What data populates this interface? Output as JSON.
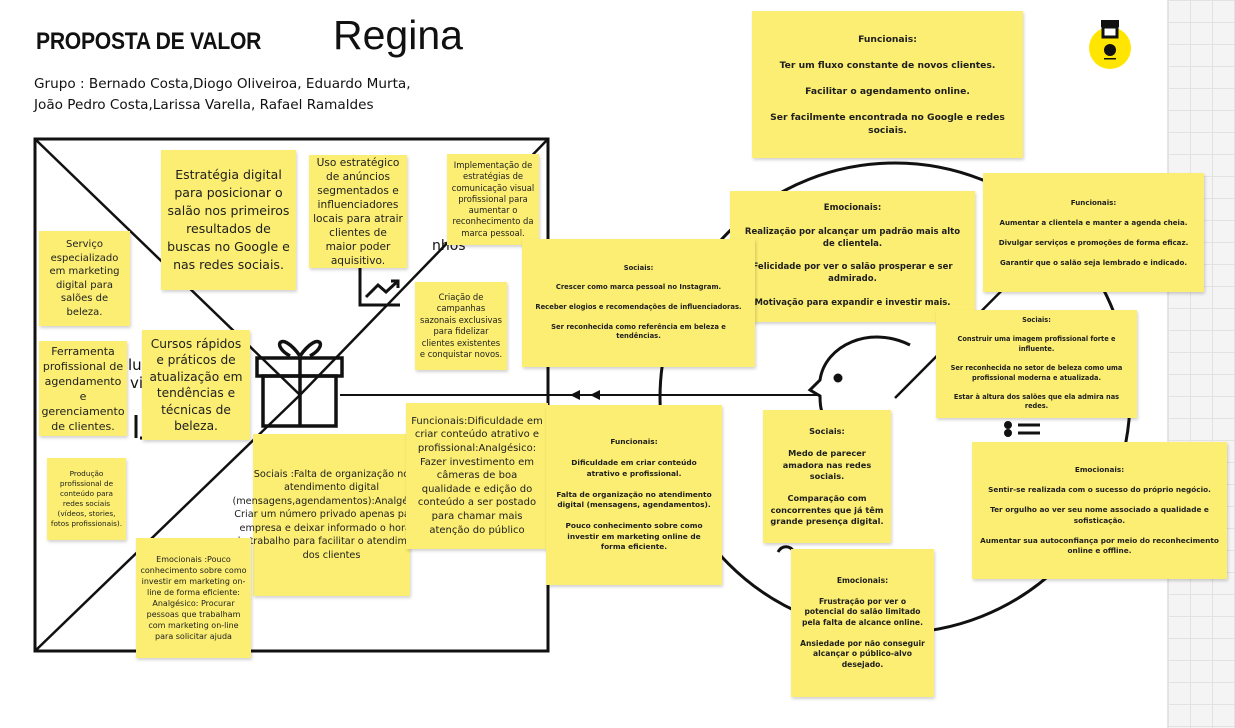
{
  "header": {
    "title": "PROPOSTA DE VALOR",
    "client_name": "Regina",
    "group_line1": "Grupo : Bernado Costa,Diogo Oliveiroa, Eduardo Murta,",
    "group_line2": "João Pedro Costa,Larissa Varella, Rafael Ramaldes"
  },
  "canvas_partial_labels": {
    "ganhos": "nhos",
    "lu": "lu",
    "vi": "vi"
  },
  "colors": {
    "sticky": "#fbee73",
    "logo": "#ffe500"
  },
  "value_map": {
    "notes": [
      "Estratégia digital para posicionar o salão nos primeiros resultados de buscas no Google e nas redes sociais.",
      "Uso estratégico de anúncios segmentados e influenciadores locais para atrair clientes de maior poder aquisitivo.",
      "Implementação de estratégias de comunicação visual profissional para aumentar o reconhecimento da marca pessoal.",
      "Serviço especializado em marketing digital para salões de beleza.",
      "Criação de campanhas sazonais exclusivas para fidelizar clientes existentes e conquistar novos.",
      "Ferramenta profissional de agendamento e gerenciamento de clientes.",
      "Cursos rápidos e práticos de atualização em tendências e técnicas de beleza.",
      "Produção profissional de conteúdo para redes sociais (vídeos, stories, fotos profissionais).",
      "Sociais :Falta de organização no atendimento digital (mensagens,agendamentos):Analgésico: Criar um número privado apenas para a empresa e deixar informado o horário de trabalho para facilitar o atendimento dos clientes",
      "Funcionais:Dificuldade em criar conteúdo atrativo e profissional:Analgésico: Fazer investimento em câmeras de boa qualidade e edição do conteúdo a ser postado para chamar mais atenção do público",
      "Emocionais :Pouco conhecimento sobre como investir em marketing on-line de forma eficiente: Analgésico: Procurar pessoas que trabalham com marketing on-line para solicitar ajuda"
    ]
  },
  "customer_profile": {
    "notes": [
      "Funcionais:\n\nTer um fluxo constante de novos clientes.\n\nFacilitar o agendamento online.\n\nSer facilmente encontrada no Google e redes sociais.",
      "Emocionais:\n\nRealização por alcançar um padrão mais alto de clientela.\n\nFelicidade por ver o salão prosperar e ser admirado.\n\nMotivação para expandir e investir mais.",
      "Funcionais:\n\nAumentar a clientela e manter a agenda cheia.\n\nDivulgar serviços e promoções de forma eficaz.\n\nGarantir que o salão seja lembrado e indicado.",
      "Sociais:\n\nCrescer como marca pessoal no Instagram.\n\nReceber elogios e recomendações de influenciadoras.\n\nSer reconhecida como referência em beleza e tendências.",
      "Sociais:\n\nConstruir uma imagem profissional forte e influente.\n\nSer reconhecida no setor de beleza como uma profissional moderna e atualizada.\n\nEstar à altura dos salões que ela admira nas redes.",
      "Funcionais:\n\nDificuldade em criar conteúdo atrativo e profissional.\n\nFalta de organização no atendimento digital (mensagens, agendamentos).\n\nPouco conhecimento sobre como investir em marketing online de forma eficiente.",
      "Sociais:\n\nMedo de parecer amadora nas redes sociais.\n\nComparação com concorrentes que já têm grande presença digital.",
      "Emocionais:\n\nSentir-se realizada com o sucesso do próprio negócio.\n\nTer orgulho ao ver seu nome associado a qualidade e sofisticação.\n\nAumentar sua autoconfiança por meio do reconhecimento online e offline.",
      "Emocionais:\n\nFrustração por ver o potencial do salão limitado pela falta de alcance online.\n\nAnsiedade por não conseguir alcançar o público-alvo desejado."
    ]
  }
}
